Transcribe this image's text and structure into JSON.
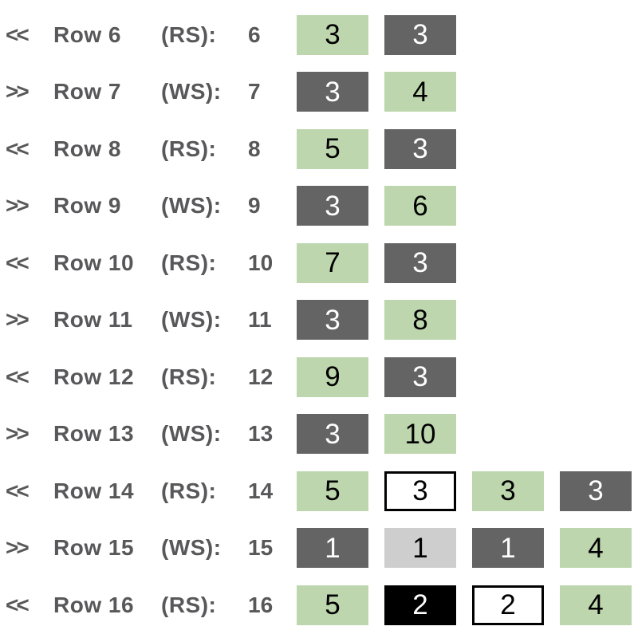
{
  "colors": {
    "green": "#bdd6ad",
    "dark_gray": "#646464",
    "light_gray": "#cecece",
    "black": "#000000",
    "white": "#ffffff",
    "text": "#58585a"
  },
  "rows": [
    {
      "arrow": "<<",
      "label": "Row 6",
      "side": "(RS):",
      "number": "6",
      "blocks": [
        {
          "value": "3",
          "variant": "green"
        },
        {
          "value": "3",
          "variant": "dark"
        }
      ]
    },
    {
      "arrow": ">>",
      "label": "Row 7",
      "side": "(WS):",
      "number": "7",
      "blocks": [
        {
          "value": "3",
          "variant": "dark"
        },
        {
          "value": "4",
          "variant": "green"
        }
      ]
    },
    {
      "arrow": "<<",
      "label": "Row 8",
      "side": "(RS):",
      "number": "8",
      "blocks": [
        {
          "value": "5",
          "variant": "green"
        },
        {
          "value": "3",
          "variant": "dark"
        }
      ]
    },
    {
      "arrow": ">>",
      "label": "Row 9",
      "side": "(WS):",
      "number": "9",
      "blocks": [
        {
          "value": "3",
          "variant": "dark"
        },
        {
          "value": "6",
          "variant": "green"
        }
      ]
    },
    {
      "arrow": "<<",
      "label": "Row 10",
      "side": "(RS):",
      "number": "10",
      "blocks": [
        {
          "value": "7",
          "variant": "green"
        },
        {
          "value": "3",
          "variant": "dark"
        }
      ]
    },
    {
      "arrow": ">>",
      "label": "Row 11",
      "side": "(WS):",
      "number": "11",
      "blocks": [
        {
          "value": "3",
          "variant": "dark"
        },
        {
          "value": "8",
          "variant": "green"
        }
      ]
    },
    {
      "arrow": "<<",
      "label": "Row 12",
      "side": "(RS):",
      "number": "12",
      "blocks": [
        {
          "value": "9",
          "variant": "green"
        },
        {
          "value": "3",
          "variant": "dark"
        }
      ]
    },
    {
      "arrow": ">>",
      "label": "Row 13",
      "side": "(WS):",
      "number": "13",
      "blocks": [
        {
          "value": "3",
          "variant": "dark"
        },
        {
          "value": "10",
          "variant": "green"
        }
      ]
    },
    {
      "arrow": "<<",
      "label": "Row 14",
      "side": "(RS):",
      "number": "14",
      "blocks": [
        {
          "value": "5",
          "variant": "green"
        },
        {
          "value": "3",
          "variant": "outline"
        },
        {
          "value": "3",
          "variant": "green"
        },
        {
          "value": "3",
          "variant": "dark"
        }
      ]
    },
    {
      "arrow": ">>",
      "label": "Row 15",
      "side": "(WS):",
      "number": "15",
      "blocks": [
        {
          "value": "1",
          "variant": "dark"
        },
        {
          "value": "1",
          "variant": "light"
        },
        {
          "value": "1",
          "variant": "dark"
        },
        {
          "value": "4",
          "variant": "green"
        }
      ]
    },
    {
      "arrow": "<<",
      "label": "Row 16",
      "side": "(RS):",
      "number": "16",
      "blocks": [
        {
          "value": "5",
          "variant": "green"
        },
        {
          "value": "2",
          "variant": "black"
        },
        {
          "value": "2",
          "variant": "outline"
        },
        {
          "value": "4",
          "variant": "green"
        }
      ]
    }
  ]
}
